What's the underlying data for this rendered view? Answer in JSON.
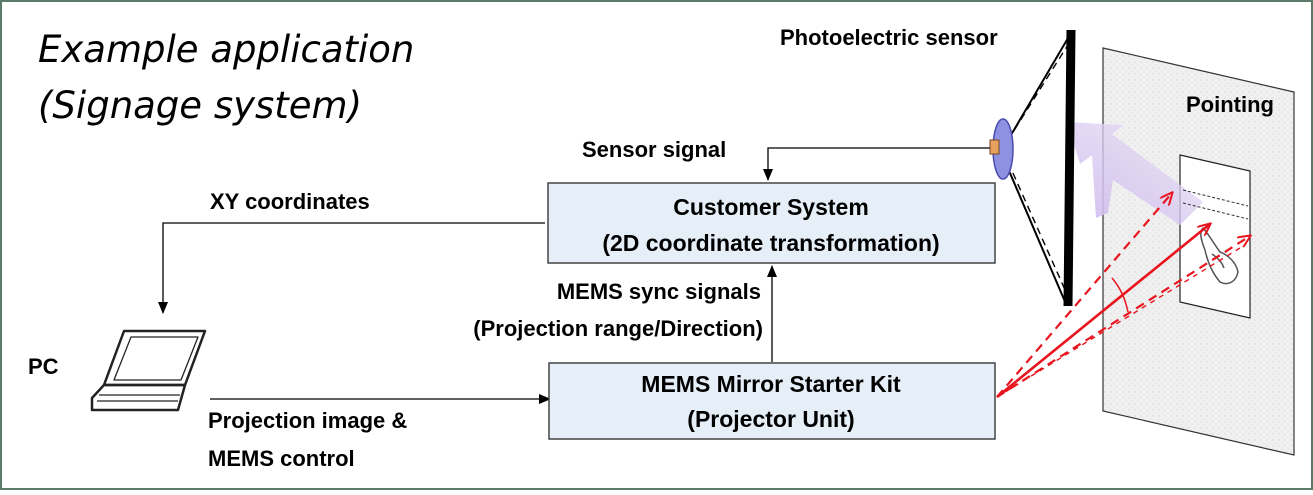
{
  "title": {
    "line1": "Example application",
    "line2": "(Signage system)"
  },
  "blocks": {
    "customer_system": {
      "line1": "Customer System",
      "line2": "(2D coordinate transformation)"
    },
    "mems_kit": {
      "line1": "MEMS Mirror Starter Kit",
      "line2": "(Projector Unit)"
    }
  },
  "signals": {
    "sensor_signal": "Sensor signal",
    "xy_coordinates": "XY coordinates",
    "mems_sync_line1": "MEMS sync signals",
    "mems_sync_line2": "(Projection range/Direction)",
    "projection_line1": "Projection image &",
    "projection_line2": "MEMS control"
  },
  "devices": {
    "pc": "PC",
    "photoelectric_sensor": "Photoelectric sensor",
    "pointing": "Pointing"
  },
  "colors": {
    "frame_border": "#5a7a6a",
    "block_fill": "#e6eef8",
    "block_border": "#444444",
    "laser": "#e8141e",
    "sensor_lens": "#8e90e0",
    "arrow_purple": "#c7b0e8",
    "screen_fill": "#efefef"
  }
}
